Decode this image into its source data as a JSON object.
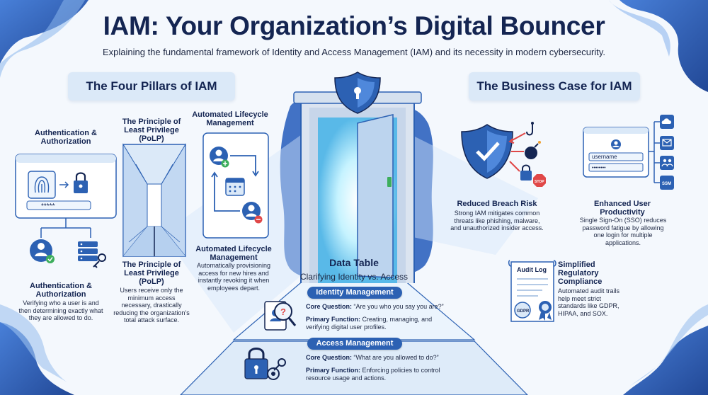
{
  "title": "IAM: Your Organization’s Digital Bouncer",
  "subtitle": "Explaining the fundamental framework of Identity and Access Management (IAM) and its necessity in modern cybersecurity.",
  "colors": {
    "navy": "#142552",
    "accent": "#2c61b3",
    "light_blue": "#dbe9f8",
    "background": "#f4f8fd"
  },
  "pillars": {
    "header": "The Four Pillars of IAM",
    "auth": {
      "top_label": "Authentication & Authorization",
      "password_mask": "*****",
      "bottom_label": "Authentication & Authorization",
      "description": "Verifying who a user is and then determining exactly what they are allowed to do."
    },
    "polp": {
      "top_label": "The Principle of Least Privilege (PoLP)",
      "bottom_label": "The Principle of Least Privilege (PoLP)",
      "description": "Users receive only the minimum access necessary, drastically reducing the organization’s total attack surface."
    },
    "lifecycle": {
      "top_label": "Automated Lifecycle Management",
      "bottom_label": "Automated Lifecycle Management",
      "description": "Automatically provisioning access for new hires and instantly revoking it when employees depart."
    }
  },
  "data_table": {
    "title": "Data Table",
    "subtitle": "Clarifying Identity vs. Access",
    "identity": {
      "label": "Identity Management",
      "question_label": "Core Question:",
      "question": "“Are you who you say you are?”",
      "function_label": "Primary Function:",
      "function": "Creating, managing, and verifying digital user profiles."
    },
    "access": {
      "label": "Access Management",
      "question_label": "Core Question:",
      "question": "“What are you allowed to do?”",
      "function_label": "Primary Function:",
      "function": "Enforcing policies to control resource usage and actions."
    }
  },
  "business": {
    "header": "The Business Case for IAM",
    "breach": {
      "title": "Reduced Breach Risk",
      "description": "Strong IAM mitigates common threats like phishing, malware, and unauthorized insider access.",
      "stop_sign": "STOP"
    },
    "productivity": {
      "title": "Enhanced User Productivity",
      "description": "Single Sign-On (SSO) reduces password fatigue by allowing one login for multiple applications.",
      "username_placeholder": "username",
      "password_mask": "••••••••",
      "app_tile": "SSM"
    },
    "compliance": {
      "title": "Simplified Regulatory Compliance",
      "description": "Automated audit trails help meet strict standards like GDPR, HIPAA, and SOX.",
      "audit_log_title": "Audit Log",
      "seal_text": "GDPR"
    }
  }
}
